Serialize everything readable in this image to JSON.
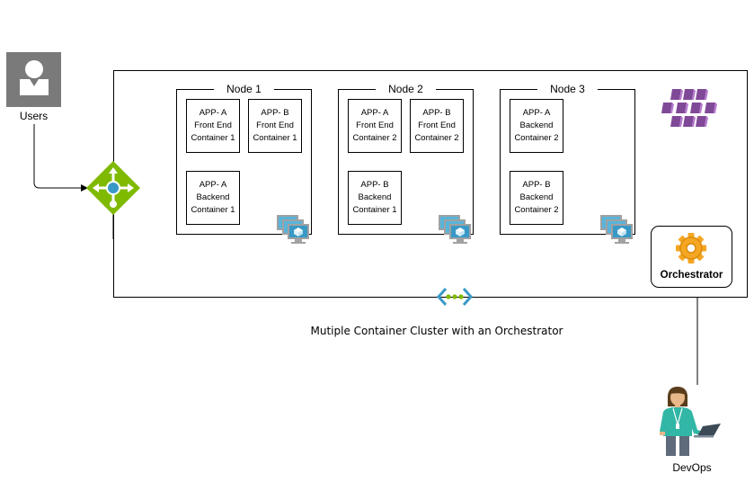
{
  "users": {
    "label": "Users"
  },
  "devops": {
    "label": "DevOps"
  },
  "orchestrator": {
    "label": "Orchestrator"
  },
  "caption": "Mutiple Container Cluster with an Orchestrator",
  "nodes": [
    {
      "title": "Node 1",
      "containers": [
        {
          "line1": "APP- A",
          "line2": "Front End",
          "line3": "Container 1"
        },
        {
          "line1": "APP- B",
          "line2": "Front End",
          "line3": "Container 1"
        },
        {
          "line1": "APP- A",
          "line2": "Backend",
          "line3": "Container 1"
        }
      ]
    },
    {
      "title": "Node 2",
      "containers": [
        {
          "line1": "APP- A",
          "line2": "Front End",
          "line3": "Container 2"
        },
        {
          "line1": "APP- B",
          "line2": "Front End",
          "line3": "Container 2"
        },
        {
          "line1": "APP- B",
          "line2": "Backend",
          "line3": "Container 1"
        }
      ]
    },
    {
      "title": "Node 3",
      "containers": [
        {
          "line1": "APP- A",
          "line2": "Backend",
          "line3": "Container 2"
        },
        {
          "line1": "APP- B",
          "line2": "Backend",
          "line3": "Container 2"
        }
      ]
    }
  ],
  "colors": {
    "load_balancer": "#7fba00",
    "load_balancer_center": "#3999c6",
    "vm_blue": "#59b4d9",
    "orchestrator_gear": "#f5a623",
    "kubernetes_purple": "#804998",
    "vnet_blue": "#3999c6",
    "vnet_green": "#7fba00"
  }
}
